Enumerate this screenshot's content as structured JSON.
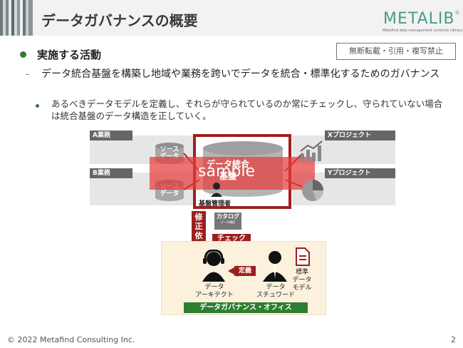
{
  "header": {
    "title": "データガバナンスの概要",
    "logo_text": "METALIB",
    "logo_mark": "®",
    "logo_subtitle": "Metafind data management contents Library"
  },
  "notice": "無断転載・引用・複写禁止",
  "content": {
    "level1": "実施する活動",
    "level2": "データ統合基盤を構築し地域や業務を跨いでデータを統合・標準化するためのガバナンス",
    "level3": "あるべきデータモデルを定義し、それらが守られているのか常にチェックし、守られていない場合は統合基盤のデータ構造を正していく。"
  },
  "diagram": {
    "business_a": "A業務",
    "business_b": "B業務",
    "project_x": "Xプロジェクト",
    "project_y": "Yプロジェクト",
    "source_data_top": "ソース\nデータ",
    "source_data_bottom": "ソース\nデータ",
    "hub_label": "データ統合",
    "hub_label_2": "基盤",
    "sample": "sample",
    "admin": "基盤管理者",
    "fix_request": "修\n正\n依\n頼",
    "catalog": "カタログ",
    "catalog_sub": "データ構造",
    "check": "チェック",
    "define": "定義",
    "architect": "データ\nアーキテクト",
    "steward": "データ\nスチュワード",
    "standard_model": "標準\nデータ\nモデル",
    "office": "データガバナンス・オフィス"
  },
  "colors": {
    "accent_green": "#2e7d32",
    "accent_red": "#9c1f1f",
    "logo_teal": "#4a9a8c"
  },
  "footer": {
    "copyright": "© 2022 Metafind Consulting Inc.",
    "page_number": "2"
  }
}
